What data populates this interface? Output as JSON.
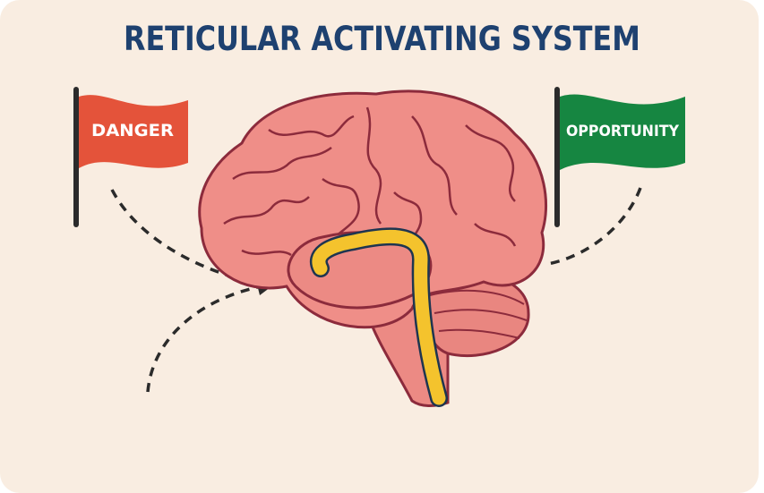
{
  "title": "RETICULAR ACTIVATING SYSTEM",
  "flags": {
    "left": {
      "label": "DANGER",
      "color": "#e4533a"
    },
    "right": {
      "label": "OPPORTUNITY",
      "color": "#168641"
    }
  },
  "colors": {
    "background": "#f9ede1",
    "title": "#1e4170",
    "brain": "#ee8c86",
    "brain_outline": "#8c2b3c",
    "ras": "#f4c32d"
  }
}
